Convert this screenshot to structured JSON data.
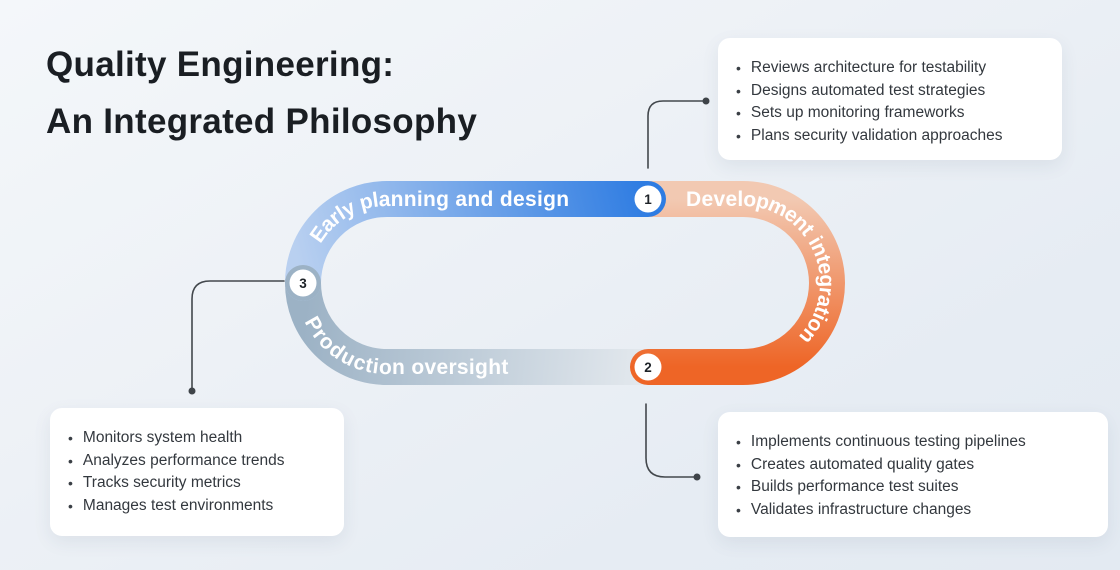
{
  "title": {
    "line1": "Quality Engineering:",
    "line2": "An Integrated Philosophy"
  },
  "colors": {
    "blue_start": "#b9d0f0",
    "blue_end": "#2e7ce2",
    "orange_start": "#f2c9b2",
    "orange_end": "#ee6526",
    "gray_start": "#9cb2c5",
    "gray_end": "#e4e9ee",
    "track_text": "#ffffff",
    "connector": "#43484d",
    "card_bg": "#ffffff",
    "title_text": "#1a1e23",
    "bullet_text": "#33383e"
  },
  "track": {
    "segments": [
      {
        "label": "Early planning and design"
      },
      {
        "label": "Development integration"
      },
      {
        "label": "Production oversight"
      }
    ],
    "nodes": [
      {
        "number": "1"
      },
      {
        "number": "2"
      },
      {
        "number": "3"
      }
    ]
  },
  "cards": {
    "planning": {
      "items": [
        "Reviews architecture for testability",
        "Designs automated test strategies",
        "Sets up monitoring frameworks",
        "Plans security validation approaches"
      ]
    },
    "integration": {
      "items": [
        "Implements continuous testing pipelines",
        "Creates automated quality gates",
        "Builds performance test suites",
        "Validates infrastructure changes"
      ]
    },
    "oversight": {
      "items": [
        "Monitors system health",
        "Analyzes performance trends",
        "Tracks security metrics",
        "Manages test environments"
      ]
    }
  },
  "bullet_glyph": "•"
}
